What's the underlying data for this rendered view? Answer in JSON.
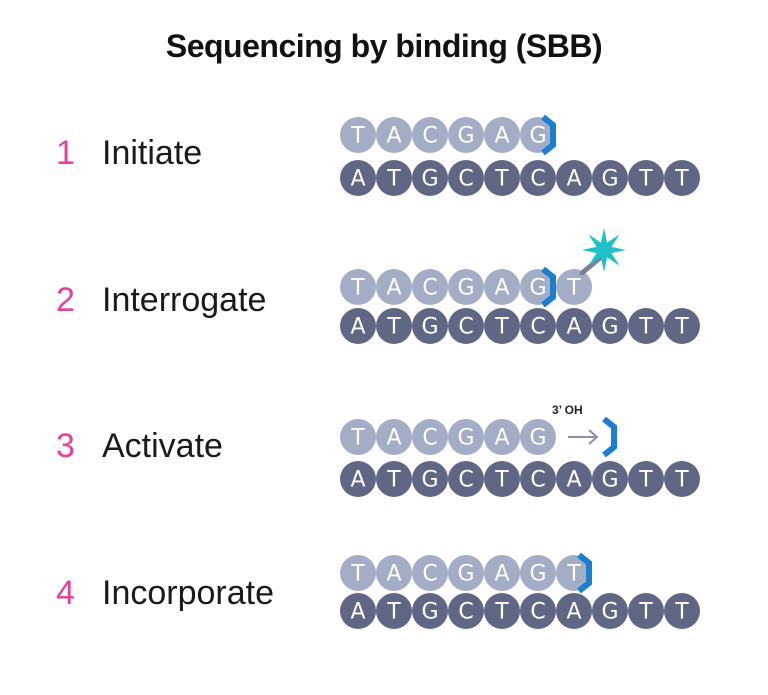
{
  "title": "Sequencing by binding (SBB)",
  "steps": [
    {
      "number": "1",
      "label": "Initiate",
      "top_strand": [
        "T",
        "A",
        "C",
        "G",
        "A",
        "G"
      ],
      "bottom_strand": [
        "A",
        "T",
        "G",
        "C",
        "T",
        "C",
        "A",
        "G",
        "T",
        "T"
      ]
    },
    {
      "number": "2",
      "label": "Interrogate",
      "top_strand": [
        "T",
        "A",
        "C",
        "G",
        "A",
        "G",
        "T"
      ],
      "bottom_strand": [
        "A",
        "T",
        "G",
        "C",
        "T",
        "C",
        "A",
        "G",
        "T",
        "T"
      ]
    },
    {
      "number": "3",
      "label": "Activate",
      "top_strand": [
        "T",
        "A",
        "C",
        "G",
        "A",
        "G"
      ],
      "bottom_strand": [
        "A",
        "T",
        "G",
        "C",
        "T",
        "C",
        "A",
        "G",
        "T",
        "T"
      ],
      "annotation": "3’ OH"
    },
    {
      "number": "4",
      "label": "Incorporate",
      "top_strand": [
        "T",
        "A",
        "C",
        "G",
        "A",
        "G",
        "T"
      ],
      "bottom_strand": [
        "A",
        "T",
        "G",
        "C",
        "T",
        "C",
        "A",
        "G",
        "T",
        "T"
      ]
    }
  ],
  "colors": {
    "top_base": "#a3adc5",
    "bottom_base": "#5f6785",
    "polymerase": "#1a7fd0",
    "fluor": "#1ec1c8",
    "tether": "#7a8098",
    "step_number": "#e8409a"
  }
}
